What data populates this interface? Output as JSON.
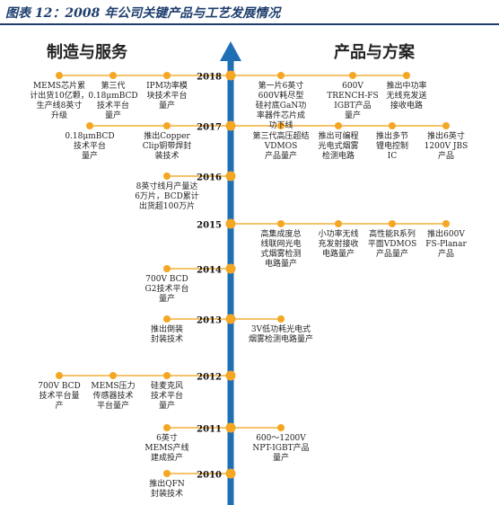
{
  "figure_title": "图表 12：2008 年公司关键产品与工艺发展情况",
  "left_heading": "制造与服务",
  "right_heading": "产品与方案",
  "colors": {
    "axis": "#1f6fb4",
    "node": "#f5a623",
    "line": "#f5c36a"
  },
  "years": [
    {
      "year": "2018",
      "left": [
        "IPM功率模\n块技术平台\n量产",
        "第三代\n0.18μmBCD\n技术平台\n量产",
        "MEMS芯片累\n计出货10亿颗，\n生产线8英寸\n升级"
      ],
      "right": [
        "第一片6英寸\n600V耗尽型\n硅衬底GaN功\n率器件芯片成\n功下线",
        "600V\nTRENCH-FS\nIGBT产品\n量产",
        "推出中功率\n无线充发送\n接收电路"
      ]
    },
    {
      "year": "2017",
      "left": [
        "推出Copper\nClip铜带焊封\n装技术",
        "0.18μmBCD\n技术平台\n量产"
      ],
      "right": [
        "第三代高压超结\nVDMOS\n产品量产",
        "推出可编程\n光电式烟雾\n检测电路",
        "推出多节\n锂电控制\nIC",
        "推出6英寸\n1200V JBS\n产品"
      ]
    },
    {
      "year": "2016",
      "left": [
        "8英寸线月产量达\n6万片，BCD累计\n出货超100万片"
      ],
      "right": []
    },
    {
      "year": "2015",
      "left": [],
      "right": [
        "高集成度总\n线联网光电\n式烟雾检测\n电路量产",
        "小功率无线\n充发射接收\n电路量产",
        "高性能R系列\n平面VDMOS\n产品量产",
        "推出600V\nFS-Planar\n产品"
      ]
    },
    {
      "year": "2014",
      "left": [
        "700V BCD\nG2技术平台\n量产"
      ],
      "right": []
    },
    {
      "year": "2013",
      "left": [
        "推出倒装\n封装技术"
      ],
      "right": [
        "3V低功耗光电式\n烟雾检测电路量产"
      ]
    },
    {
      "year": "2012",
      "left": [
        "硅麦克风\n技术平台\n量产",
        "MEMS压力\n传感器技术\n平台量产",
        "700V BCD\n技术平台量\n产"
      ],
      "right": []
    },
    {
      "year": "2011",
      "left": [
        "6英寸\nMEMS产线\n建成投产"
      ],
      "right": [
        "600～1200V\nNPT-IGBT产品\n量产"
      ]
    },
    {
      "year": "2010",
      "left": [
        "推出QFN\n封装技术"
      ],
      "right": []
    }
  ]
}
